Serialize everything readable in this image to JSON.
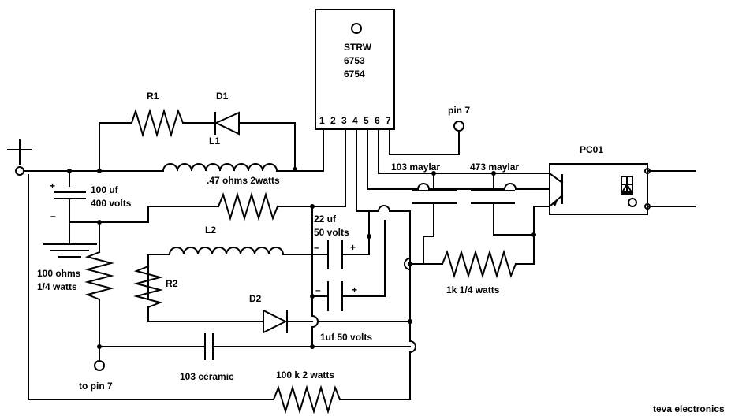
{
  "ic": {
    "name": "STRW",
    "line2": "6753",
    "line3": "6754",
    "pins": [
      "1",
      "2",
      "3",
      "4",
      "5",
      "6",
      "7"
    ]
  },
  "components": {
    "r1": "R1",
    "d1": "D1",
    "l1": "L1",
    "l2": "L2",
    "r2": "R2",
    "d2": "D2",
    "pc01": "PC01"
  },
  "values": {
    "cap_100uf_a": "100 uf",
    "cap_100uf_b": "400 volts",
    "res_047": ".47 ohms 2watts",
    "cap_22uf_a": "22 uf",
    "cap_22uf_b": "50 volts",
    "res_100ohm_a": "100 ohms",
    "res_100ohm_b": "1/4 watts",
    "cap_1uf": "1uf 50 volts",
    "cap_103_ceramic": "103 ceramic",
    "res_100k": "100 k 2 watts",
    "cap_103_maylar": "103 maylar",
    "cap_473_maylar": "473 maylar",
    "res_1k": "1k 1/4 watts",
    "pin7_top": "pin 7",
    "pin7_bottom": "to pin 7",
    "plus_sign": "+",
    "minus_sign": "–"
  },
  "credit": "teva electronics"
}
